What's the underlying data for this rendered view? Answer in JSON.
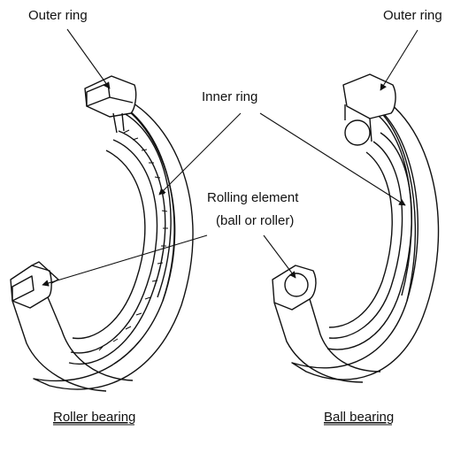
{
  "labels": {
    "outer_ring_left": "Outer ring",
    "outer_ring_right": "Outer ring",
    "inner_ring": "Inner ring",
    "rolling_element_line1": "Rolling element",
    "rolling_element_line2": "(ball or roller)",
    "roller_bearing": "Roller bearing",
    "ball_bearing": "Ball bearing"
  },
  "colors": {
    "ink": "#111111",
    "background": "#ffffff"
  }
}
